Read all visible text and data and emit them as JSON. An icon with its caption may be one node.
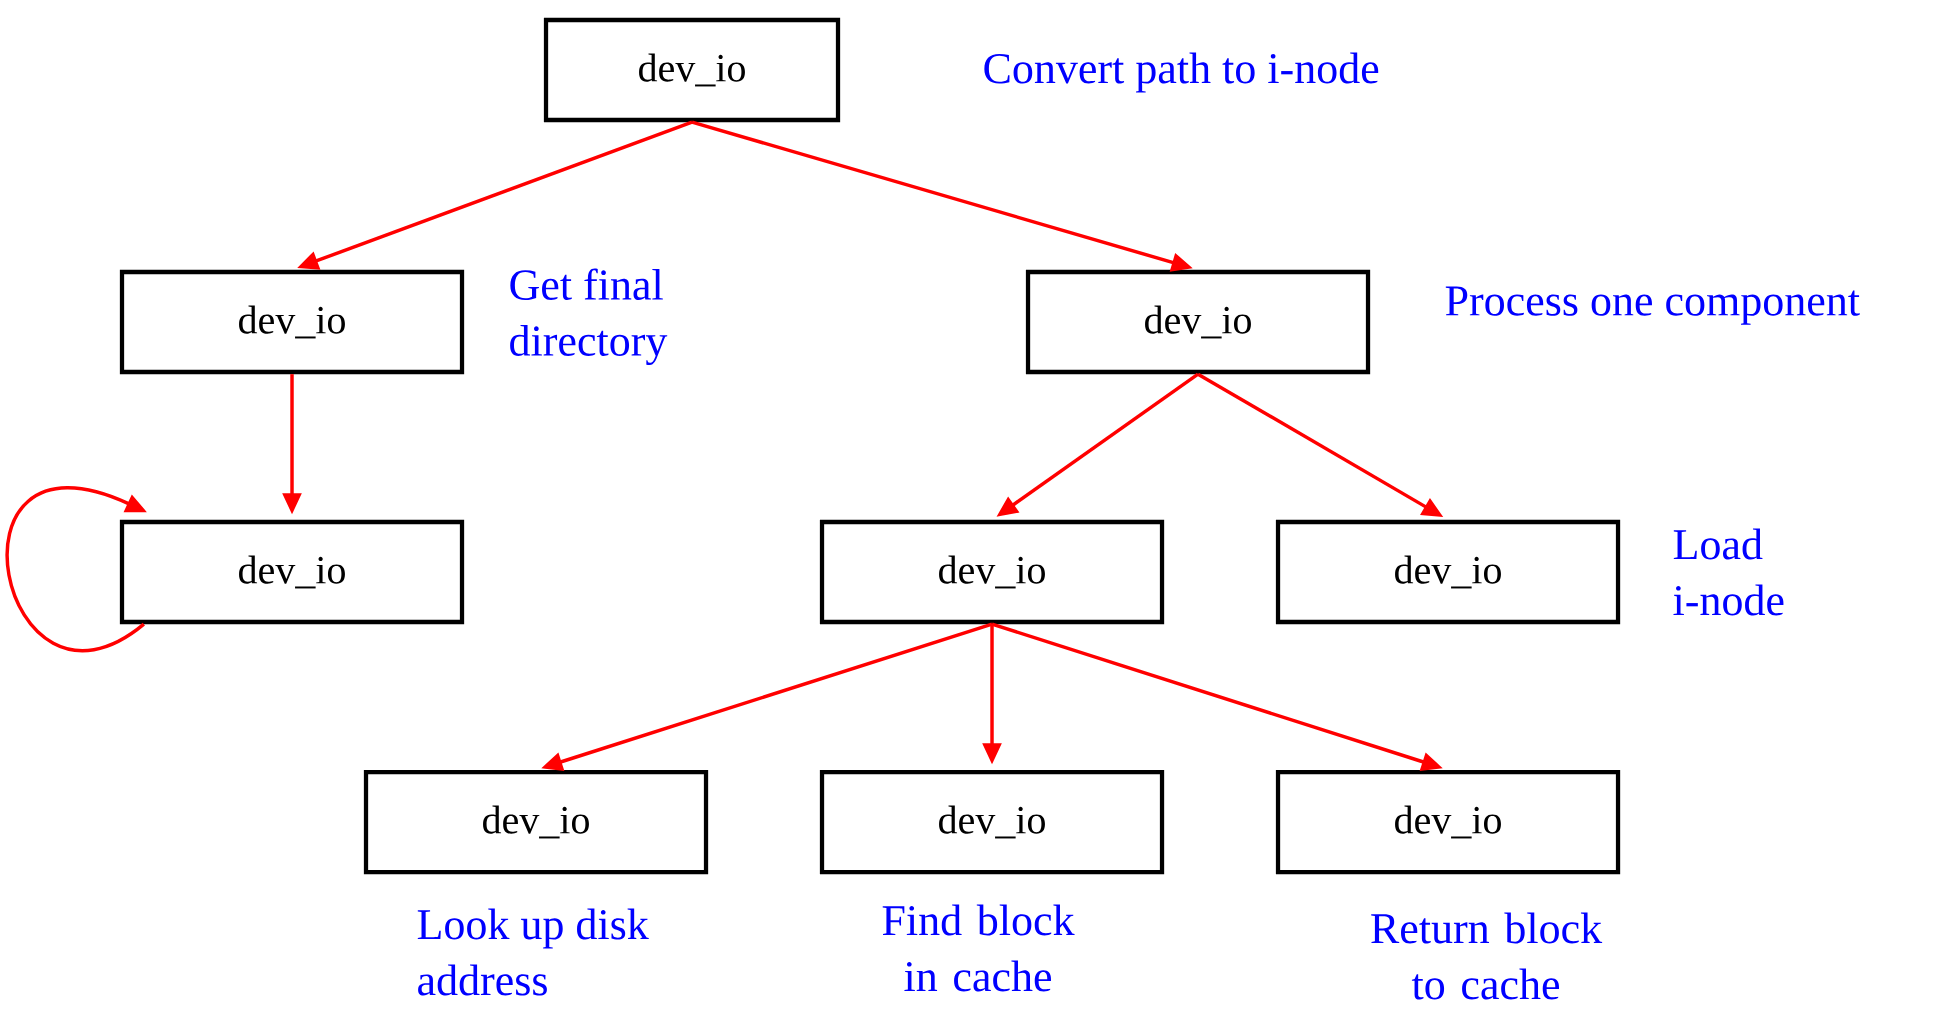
{
  "diagram": {
    "nodes": [
      {
        "text": [
          "dev_io"
        ],
        "beside": [
          "Convert path to i-node"
        ]
      },
      {
        "text": [
          "dev_io"
        ],
        "beside": [
          "Get final directory"
        ]
      },
      {
        "text": [
          "dev_io"
        ],
        "beside": [
          "Process one component"
        ]
      },
      {
        "text": [
          "dev_io"
        ]
      },
      {
        "text": [
          "dev_io"
        ]
      },
      {
        "text": [
          "dev_io"
        ],
        "beside": [
          "Load i-node"
        ]
      },
      {
        "text": [
          "dev_io"
        ],
        "beside": [
          "Look up disk address"
        ]
      },
      {
        "text": [
          "dev_io"
        ],
        "beside": [
          "Find block in cache"
        ]
      },
      {
        "text": [
          "dev_io"
        ],
        "beside": [
          "Return block to cache"
        ]
      }
    ],
    "edges": [
      {
        "from": 0,
        "to": 1,
        "arrow": "to"
      },
      {
        "from": 0,
        "to": 2,
        "arrow": "to"
      },
      {
        "from": 1,
        "to": 3,
        "arrow": "to"
      },
      {
        "from": 3,
        "to": 3,
        "arrow": "to"
      },
      {
        "from": 2,
        "to": 4,
        "arrow": "to"
      },
      {
        "from": 2,
        "to": 5,
        "arrow": "to"
      },
      {
        "from": 4,
        "to": 6,
        "arrow": "to"
      },
      {
        "from": 4,
        "to": 7,
        "arrow": "to"
      },
      {
        "from": 4,
        "to": 8,
        "arrow": "to"
      }
    ]
  }
}
